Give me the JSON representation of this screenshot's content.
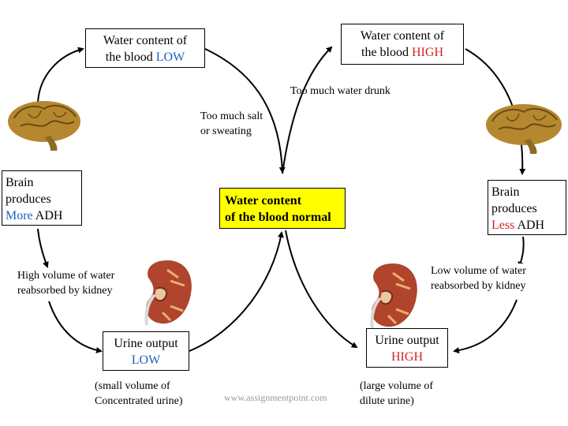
{
  "colors": {
    "low": "#1f5fbf",
    "high": "#d42020",
    "normal_box": "#ffff00"
  },
  "icons": {
    "brain": "brain-icon",
    "kidney": "kidney-icon"
  },
  "top_left": {
    "line1": "Water content of",
    "line2_prefix": "the blood ",
    "line2_highlight": "LOW"
  },
  "top_right": {
    "line1": "Water content of",
    "line2_prefix": "the blood ",
    "line2_highlight": "HIGH"
  },
  "too_much_water": "Too much water drunk",
  "too_much_salt": {
    "line1": "Too much salt",
    "line2": "or sweating"
  },
  "left_brain": {
    "line1": "Brain",
    "line2": "produces",
    "line3_highlight": "More",
    "line3_suffix": " ADH"
  },
  "right_brain": {
    "line1": "Brain",
    "line2": "produces",
    "line3_highlight": "Less",
    "line3_suffix": " ADH"
  },
  "center": {
    "line1": "Water content",
    "line2": "of the blood normal"
  },
  "left_kidney": {
    "line1": "High volume of water",
    "line2": "reabsorbed by kidney"
  },
  "right_kidney": {
    "line1": "Low volume of water",
    "line2": "reabsorbed by kidney"
  },
  "urine_low": {
    "line1": "Urine output",
    "line2": "LOW"
  },
  "urine_high": {
    "line1": "Urine output",
    "line2": "HIGH"
  },
  "small_volume": {
    "line1": "(small volume of",
    "line2": "Concentrated urine)"
  },
  "large_volume": {
    "line1": "(large volume of",
    "line2": "dilute urine)"
  },
  "watermark": "www.assignmentpoint.com"
}
